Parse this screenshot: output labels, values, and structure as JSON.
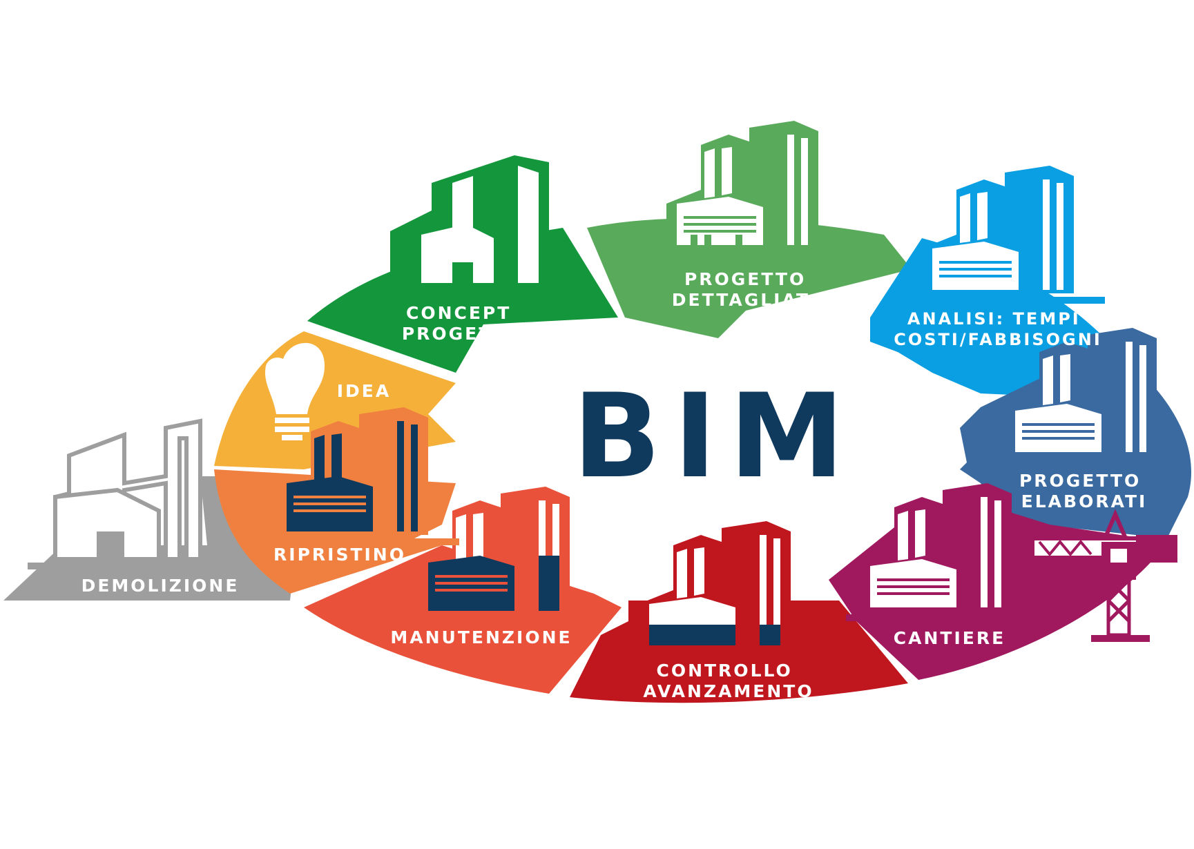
{
  "title": "BIM",
  "stages": [
    {
      "id": "concept",
      "lines": [
        "CONCEPT",
        "PROGETTO"
      ],
      "color": "#14963c"
    },
    {
      "id": "dettagliato",
      "lines": [
        "PROGETTO",
        "DETTAGLIATO"
      ],
      "color": "#5aaa5c"
    },
    {
      "id": "analisi",
      "lines": [
        "ANALISI: TEMPI",
        "COSTI/FABBISOGNI"
      ],
      "color": "#0a9ee2"
    },
    {
      "id": "elaborati",
      "lines": [
        "PROGETTO",
        "ELABORATI"
      ],
      "color": "#3b6aa0"
    },
    {
      "id": "cantiere",
      "lines": [
        "CANTIERE"
      ],
      "color": "#a0195e"
    },
    {
      "id": "controllo",
      "lines": [
        "CONTROLLO",
        "AVANZAMENTO"
      ],
      "color": "#c0171f"
    },
    {
      "id": "manutenzione",
      "lines": [
        "MANUTENZIONE"
      ],
      "color": "#e9513a"
    },
    {
      "id": "ripristino",
      "lines": [
        "RIPRISTINO"
      ],
      "color": "#f08040"
    },
    {
      "id": "idea",
      "lines": [
        "IDEA"
      ],
      "color": "#f5b03a"
    },
    {
      "id": "demolizione",
      "lines": [
        "DEMOLIZIONE"
      ],
      "color": "#9e9e9e"
    }
  ],
  "colors": {
    "navy": "#0f3a5e",
    "white": "#ffffff"
  }
}
